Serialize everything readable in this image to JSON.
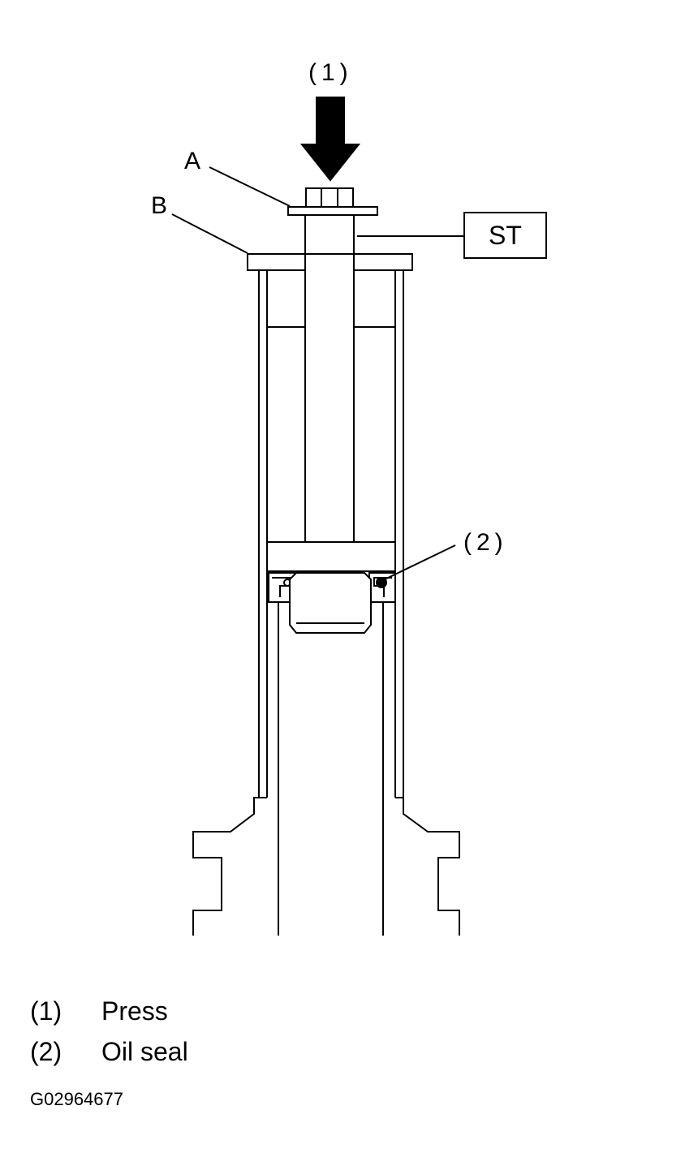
{
  "callouts": {
    "press": "(1)",
    "oil_seal": "(2)",
    "part_a": "A",
    "part_b": "B",
    "special_tool": "ST"
  },
  "legend": [
    {
      "num": "(1)",
      "text": "Press"
    },
    {
      "num": "(2)",
      "text": "Oil seal"
    }
  ],
  "figure_id": "G02964677"
}
